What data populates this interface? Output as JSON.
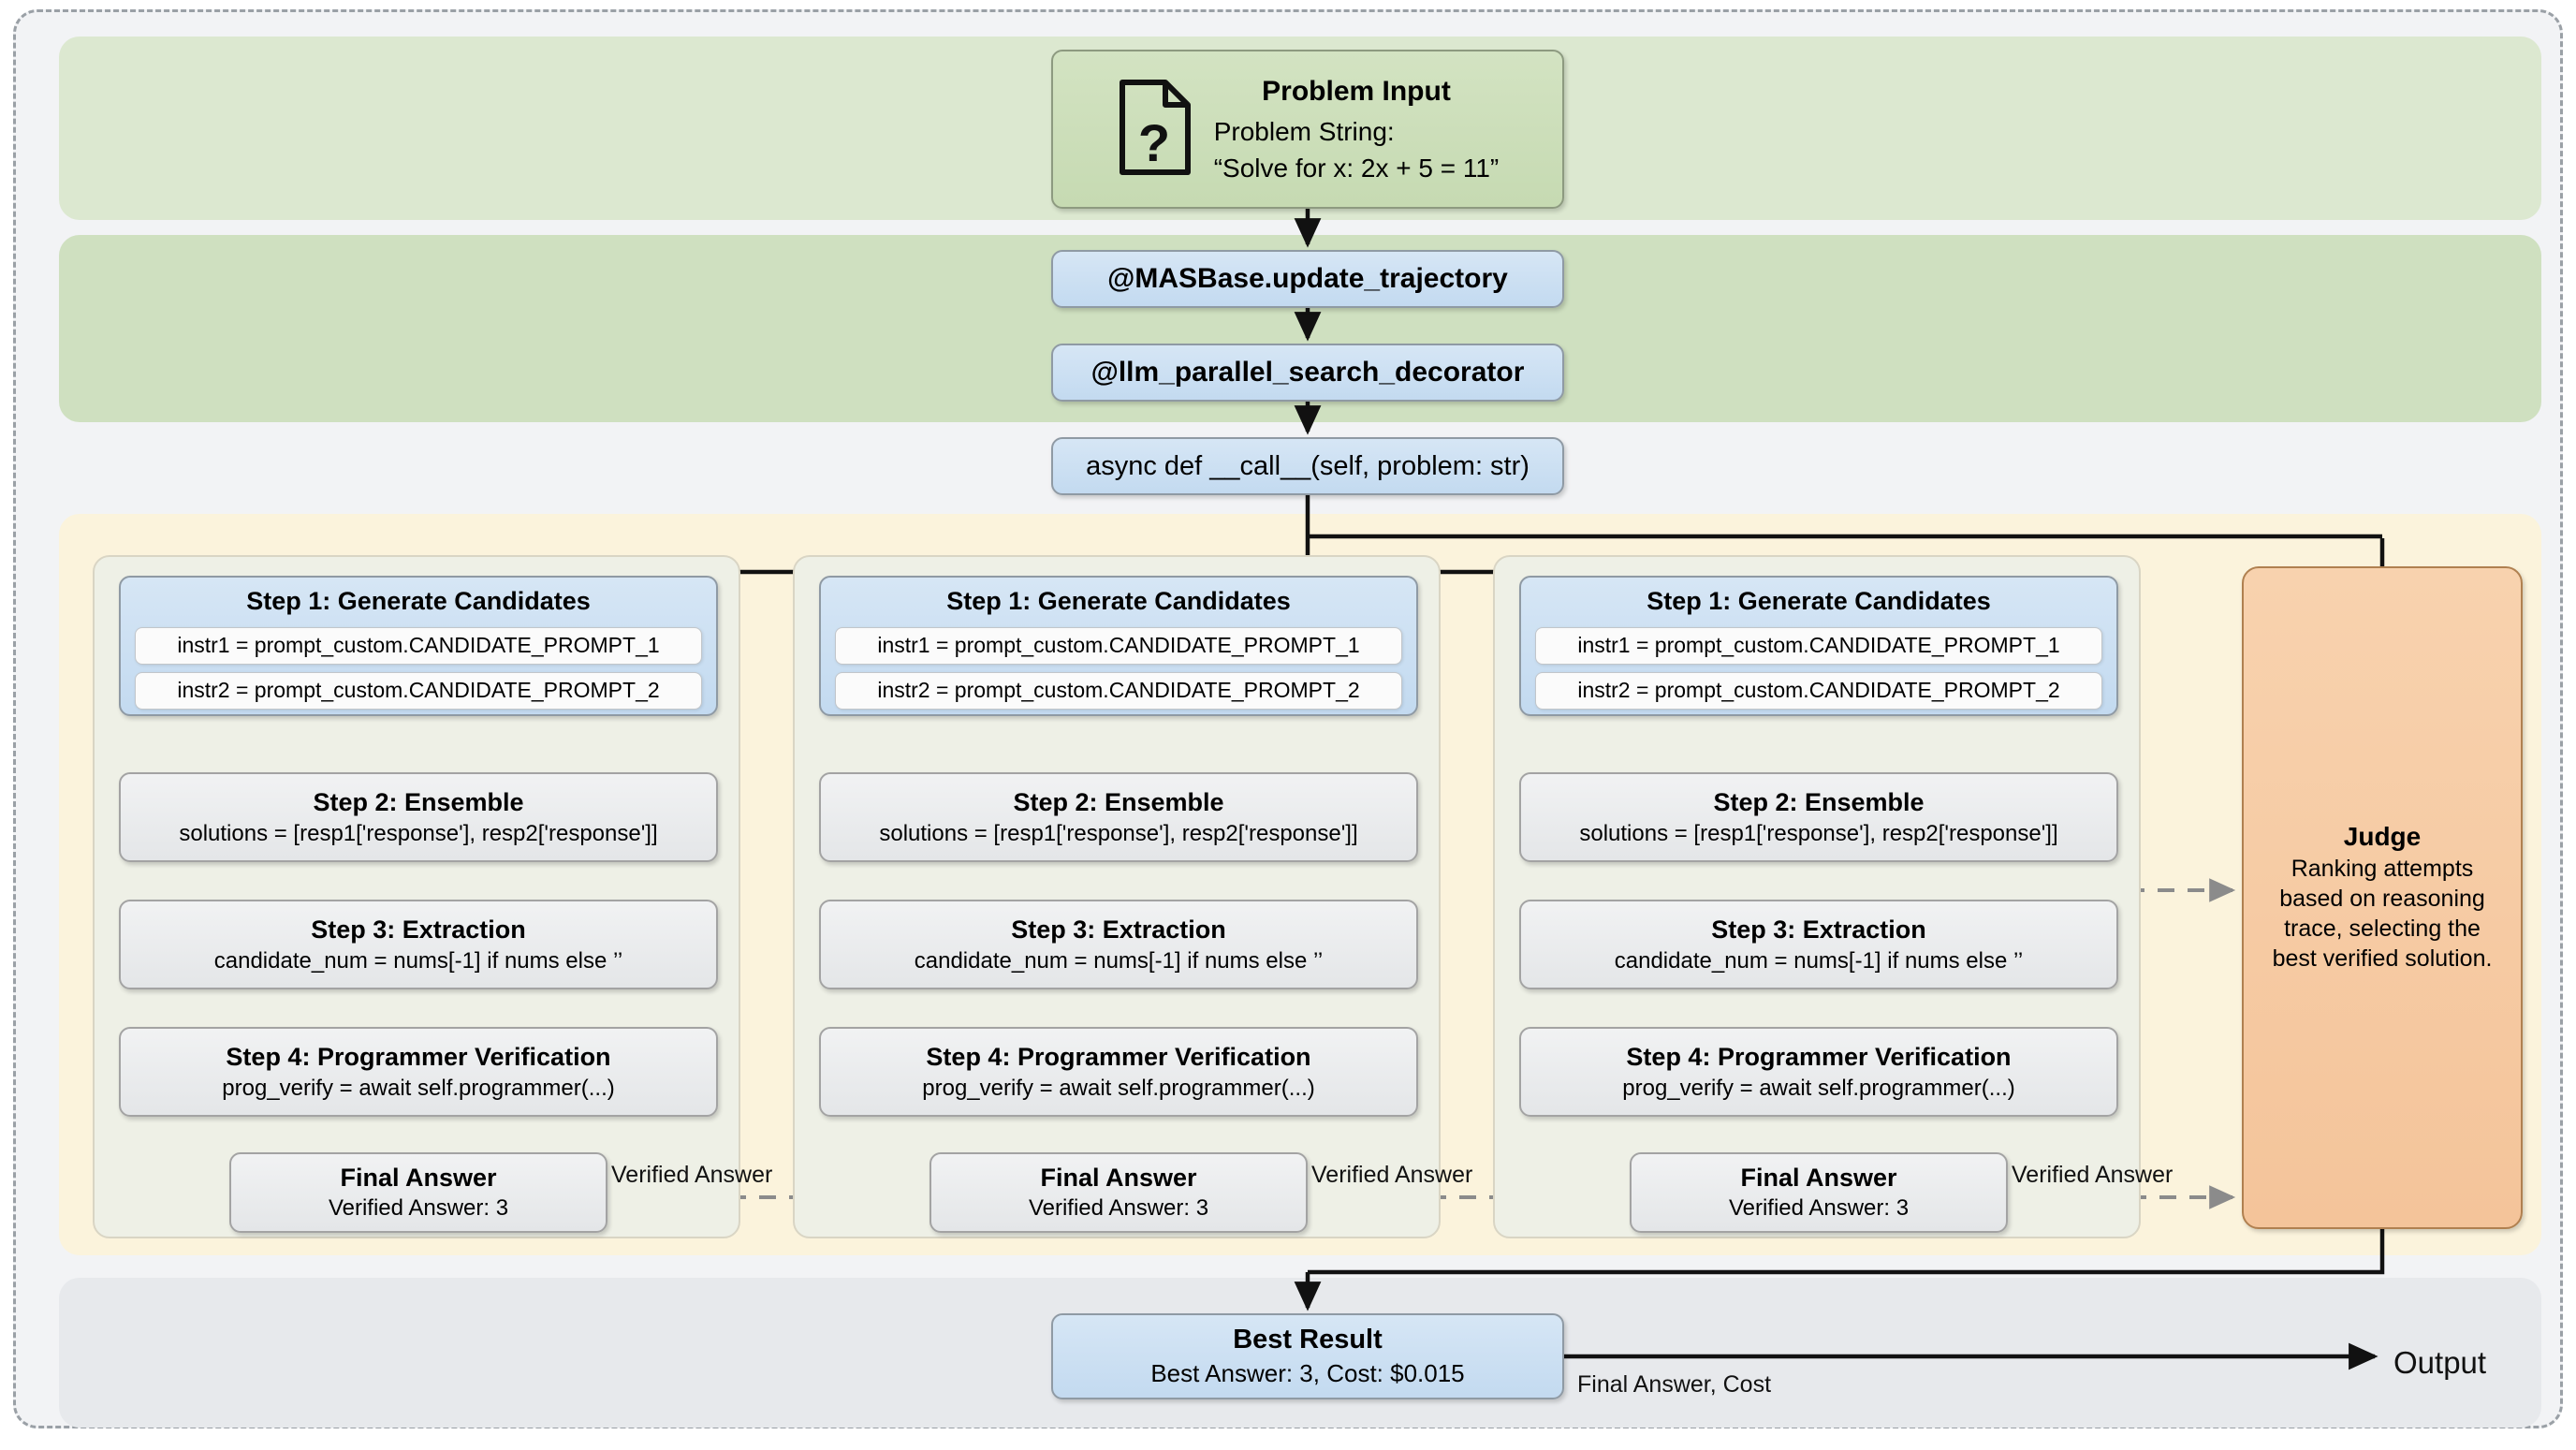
{
  "frame": {
    "bands": [
      "input",
      "decorators",
      "parallel-search",
      "output"
    ]
  },
  "input": {
    "title": "Problem Input",
    "label": "Problem String:",
    "value": "“Solve for x: 2x + 5 = 11”",
    "icon": "document-question-icon"
  },
  "decorators": [
    {
      "label": "@MASBase.update_trajectory"
    },
    {
      "label": "@llm_parallel_search_decorator"
    }
  ],
  "call_signature": "async def __call__(self, problem: str)",
  "columns": [
    {
      "steps": [
        {
          "title": "Step 1: Generate Candidates",
          "lines": [
            "instr1 = prompt_custom.CANDIDATE_PROMPT_1",
            "instr2 = prompt_custom.CANDIDATE_PROMPT_2"
          ]
        },
        {
          "title": "Step 2: Ensemble",
          "code": "solutions = [resp1['response'], resp2['response']]"
        },
        {
          "title": "Step 3: Extraction",
          "code": "candidate_num = nums[-1] if nums else ’’"
        },
        {
          "title": "Step 4: Programmer Verification",
          "code": "prog_verify = await self.programmer(...)"
        }
      ],
      "final": {
        "title": "Final Answer",
        "value": "Verified Answer: 3"
      },
      "edge_label": "Verified Answer"
    },
    {
      "steps": [
        {
          "title": "Step 1: Generate Candidates",
          "lines": [
            "instr1 = prompt_custom.CANDIDATE_PROMPT_1",
            "instr2 = prompt_custom.CANDIDATE_PROMPT_2"
          ]
        },
        {
          "title": "Step 2: Ensemble",
          "code": "solutions = [resp1['response'], resp2['response']]"
        },
        {
          "title": "Step 3: Extraction",
          "code": "candidate_num = nums[-1] if nums else ’’"
        },
        {
          "title": "Step 4: Programmer Verification",
          "code": "prog_verify = await self.programmer(...)"
        }
      ],
      "final": {
        "title": "Final Answer",
        "value": "Verified Answer: 3"
      },
      "edge_label": "Verified Answer"
    },
    {
      "steps": [
        {
          "title": "Step 1: Generate Candidates",
          "lines": [
            "instr1 = prompt_custom.CANDIDATE_PROMPT_1",
            "instr2 = prompt_custom.CANDIDATE_PROMPT_2"
          ]
        },
        {
          "title": "Step 2: Ensemble",
          "code": "solutions = [resp1['response'], resp2['response']]"
        },
        {
          "title": "Step 3: Extraction",
          "code": "candidate_num = nums[-1] if nums else ’’"
        },
        {
          "title": "Step 4: Programmer Verification",
          "code": "prog_verify = await self.programmer(...)"
        }
      ],
      "final": {
        "title": "Final Answer",
        "value": "Verified Answer: 3"
      },
      "edge_label": "Verified Answer"
    }
  ],
  "judge": {
    "title": "Judge",
    "description": "Ranking attempts based on reasoning trace, selecting the best verified solution."
  },
  "best_result": {
    "title": "Best Result",
    "value": "Best Answer: 3, Cost: $0.015"
  },
  "output": {
    "edge_label": "Final Answer, Cost",
    "label": "Output"
  },
  "colors": {
    "band_input": "#dce8d0",
    "band_decorators": "#cfe0c0",
    "band_parallel": "#fbf3dc",
    "band_output": "#e7e9ec",
    "node_blue": "#cfe0f0",
    "node_grey": "#eceef0",
    "node_orange": "#f6cda6",
    "frame_dash": "#9aa0a6"
  }
}
